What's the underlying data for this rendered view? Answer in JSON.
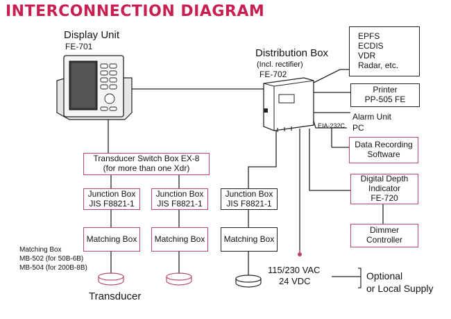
{
  "title": "INTERCONNECTION DIAGRAM",
  "display_unit": {
    "name": "Display Unit",
    "model": "FE-701"
  },
  "distribution_box": {
    "name": "Distribution Box",
    "note": "(Incl. rectifier)",
    "model": "FE-702"
  },
  "navigation_inputs": [
    "EPFS",
    "ECDIS",
    "VDR",
    "Radar, etc."
  ],
  "printer": {
    "name": "Printer",
    "model": "PP-505 FE"
  },
  "alarm_unit": "Alarm Unit",
  "interface_label": "EIA-232C",
  "pc": "PC",
  "data_recording": [
    "Data Recording",
    "Software"
  ],
  "digital_depth": [
    "Digital Depth",
    "Indicator",
    "FE-720"
  ],
  "dimmer": [
    "Dimmer",
    "Controller"
  ],
  "switch_box": [
    "Transducer Switch Box EX-8",
    "(for more than one Xdr)"
  ],
  "junction_box": [
    "Junction Box",
    "JIS F8821-1"
  ],
  "matching_box": "Matching Box",
  "matching_note": [
    "Matching Box",
    "MB-502 (for 50B-6B)",
    "MB-504 (for 200B-8B)"
  ],
  "transducer": "Transducer",
  "power": [
    "115/230 VAC",
    "24 VDC"
  ],
  "optional": [
    "Optional",
    "or Local Supply"
  ],
  "colors": {
    "title": "#c81e50",
    "accent_box": "#b84a66",
    "line": "#222222"
  }
}
